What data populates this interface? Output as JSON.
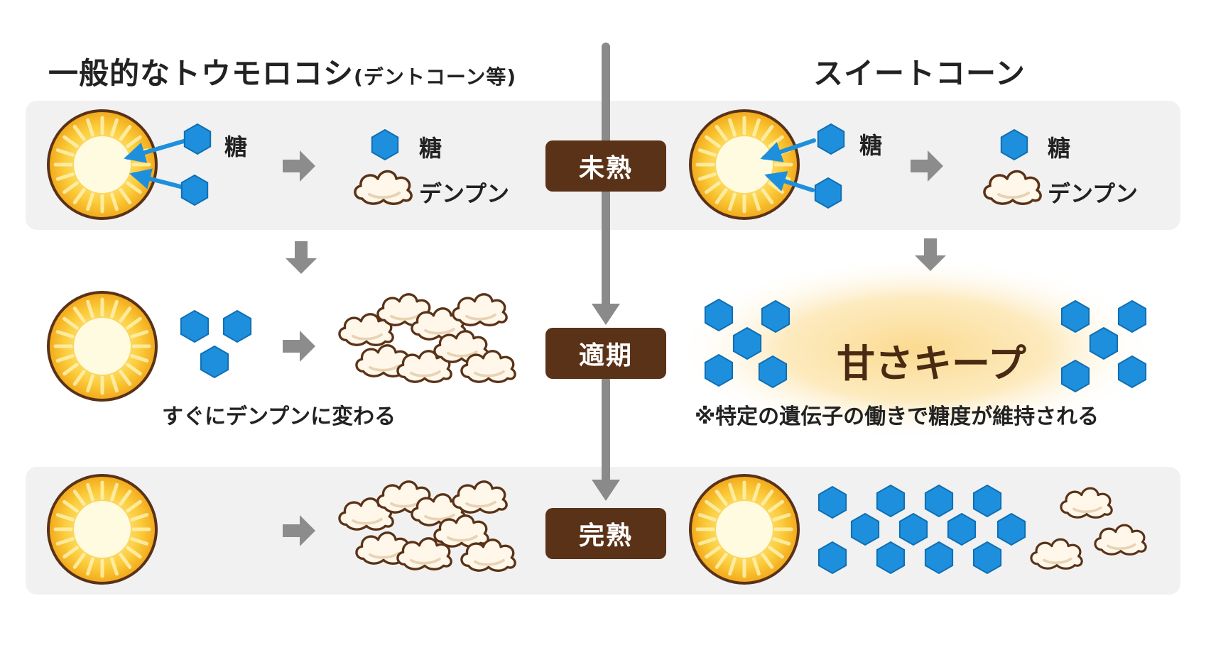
{
  "left_title": "一般的なトウモロコシ",
  "left_title_sub": "(デントコーン等)",
  "right_title": "スイートコーン",
  "stages": [
    "未熟",
    "適期",
    "完熟"
  ],
  "labels": {
    "sugar": "糖",
    "starch": "デンプン"
  },
  "left_note": "すぐにデンプンに変わる",
  "keep_label": "甘さキープ",
  "right_note": "※特定の遺伝子の働きで糖度が維持される",
  "colors": {
    "sugar": "#1e8fdc",
    "stage_badge": "#5a3217",
    "kernel": "#f7b21c",
    "glow": "#fbd88a"
  }
}
